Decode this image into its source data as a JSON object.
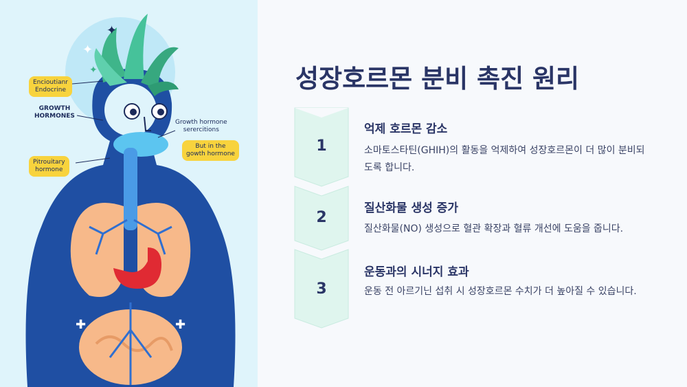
{
  "illustration": {
    "callouts": {
      "endocrine": "Encioutianr\nEndocrine",
      "growth_hormones": "GROWTH\nHORMONES",
      "growth_secretions": "Growth hormone\nserercitions",
      "but_in": "But in the\ngowth hormone",
      "pituitary": "Pitrouitary\nhormone"
    }
  },
  "title": "성장호르몬 분비 촉진 원리",
  "steps": [
    {
      "number": "1",
      "title": "억제 호르몬 감소",
      "desc": "소마토스타틴(GHIH)의 활동을 억제하여 성장호르몬이 더 많이 분비되도록 합니다."
    },
    {
      "number": "2",
      "title": "질산화물 생성 증가",
      "desc": "질산화물(NO) 생성으로 혈관 확장과 혈류 개선에 도움을 줍니다."
    },
    {
      "number": "3",
      "title": "운동과의 시너지 효과",
      "desc": "운동 전 아르기닌 섭취 시 성장호르몬 수치가 더 높아질 수 있습니다."
    }
  ],
  "colors": {
    "title": "#2a3566",
    "step_fill": "#dff5ee",
    "illus_bg": "#dff4fb",
    "body_blue": "#1f4fa3"
  }
}
